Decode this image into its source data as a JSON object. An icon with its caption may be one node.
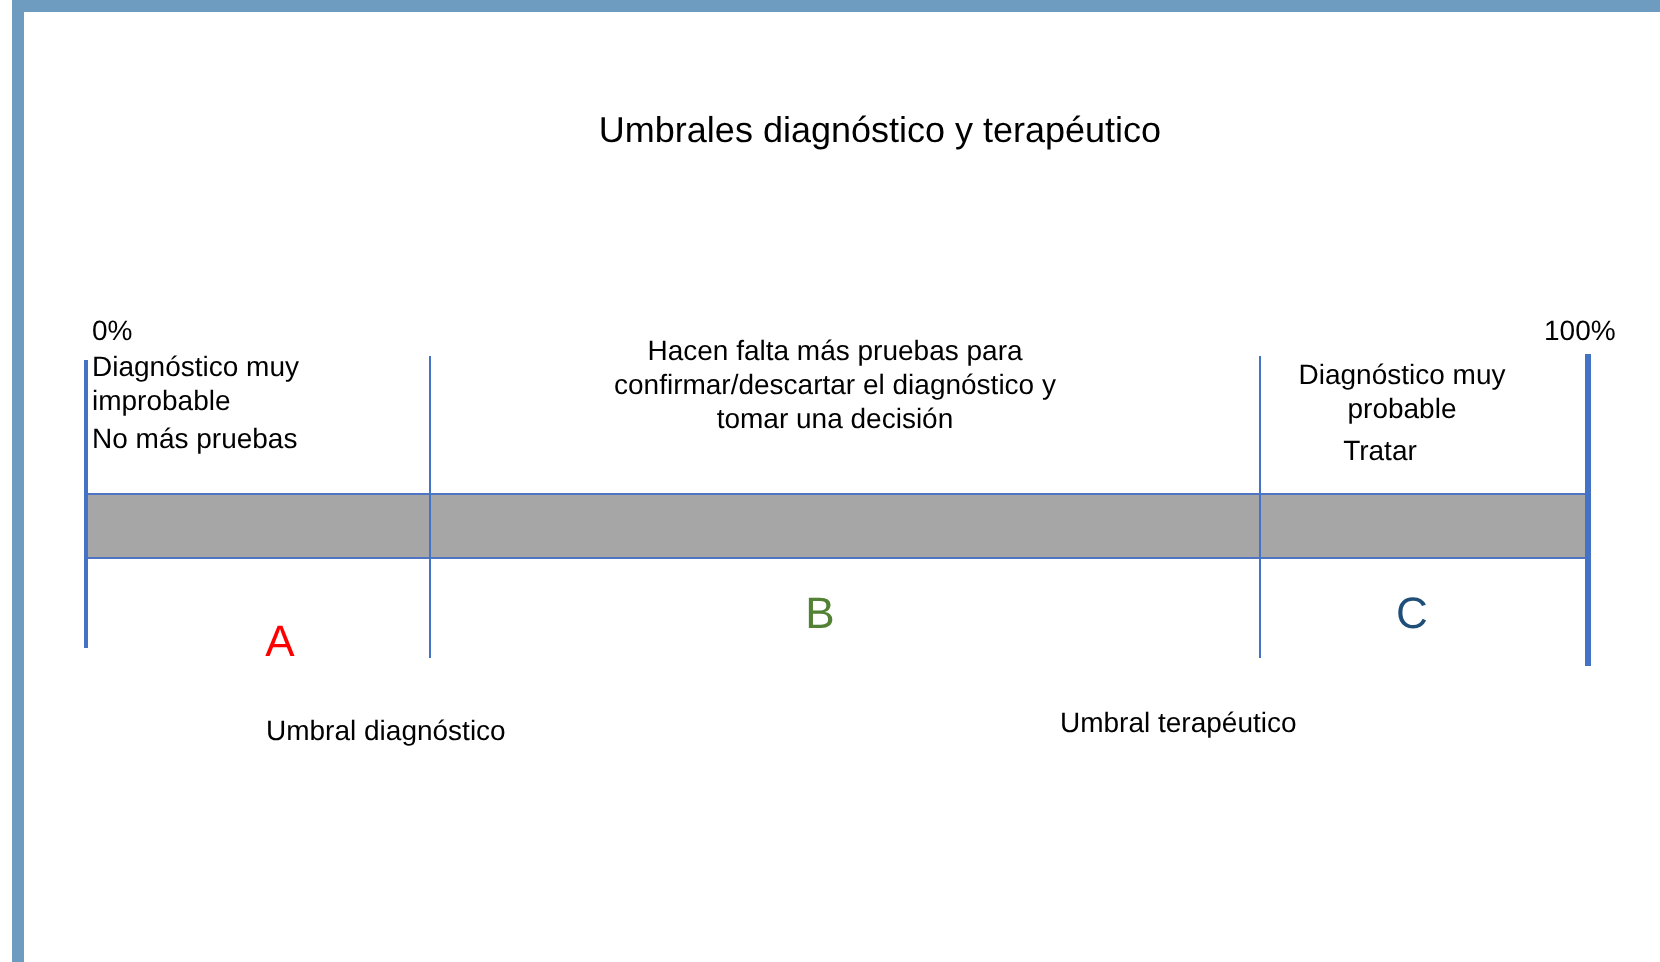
{
  "diagram": {
    "title": "Umbrales diagnóstico y terapéutico",
    "nodes": [
      {
        "text": [],
        "shape": "bar"
      }
    ],
    "labels": [
      "0%",
      "Diagnóstico muy improbable",
      "No más pruebas",
      "Hacen falta más pruebas para confirmar/descartar el diagnóstico y tomar una decisión",
      "100%",
      "Diagnóstico muy probable",
      "Tratar",
      "A",
      "B",
      "C",
      "Umbral diagnóstico",
      "Umbral terapéutico"
    ]
  }
}
